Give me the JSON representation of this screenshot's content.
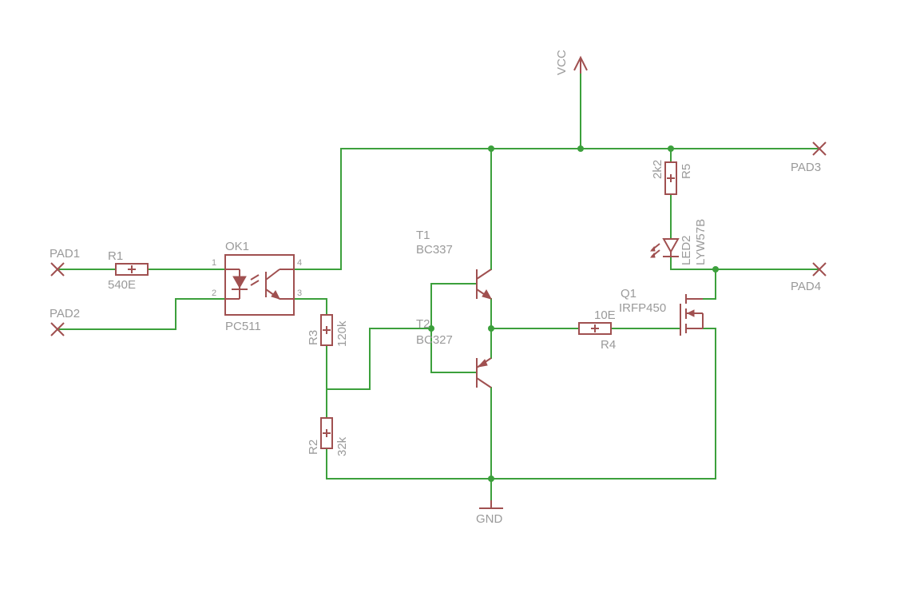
{
  "pads": {
    "pad1": "PAD1",
    "pad2": "PAD2",
    "pad3": "PAD3",
    "pad4": "PAD4"
  },
  "supply": {
    "vcc": "VCC",
    "gnd": "GND"
  },
  "r1": {
    "name": "R1",
    "value": "540E"
  },
  "r2": {
    "name": "R2",
    "value": "32k"
  },
  "r3": {
    "name": "R3",
    "value": "120k"
  },
  "r4": {
    "name": "R4",
    "value": "10E"
  },
  "r5": {
    "name": "R5",
    "value": "2k2"
  },
  "ok1": {
    "name": "OK1",
    "value": "PC511",
    "pins": [
      "1",
      "2",
      "3",
      "4"
    ]
  },
  "t1": {
    "name": "T1",
    "value": "BC337"
  },
  "t2": {
    "name": "T2",
    "value": "BC327"
  },
  "q1": {
    "name": "Q1",
    "value": "IRFP450"
  },
  "led2": {
    "name": "LED2",
    "value": "LYW57B"
  },
  "colors": {
    "wire": "#3ca03c",
    "symbol": "#a05050",
    "text": "#9a9a9a"
  }
}
